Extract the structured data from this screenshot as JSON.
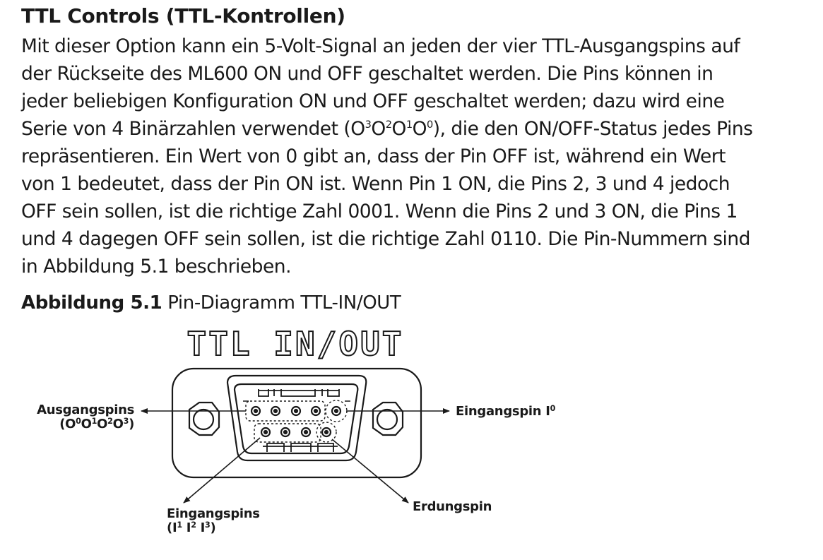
{
  "section": {
    "title": "TTL Controls (TTL-Kontrollen)"
  },
  "body_lines": [
    "Mit dieser Option kann ein 5-Volt-Signal an jeden der vier TTL-Ausgangspins auf",
    "der Rückseite des ML600 ON und OFF geschaltet werden. Die Pins können in",
    "jeder beliebigen Konfiguration ON und OFF geschaltet werden; dazu wird eine",
    "Serie von 4 Binärzahlen verwendet (O",
    "repräsentieren. Ein Wert von 0 gibt an, dass der Pin OFF ist, während ein Wert",
    "von 1 bedeutet, dass der Pin ON ist. Wenn Pin 1 ON, die Pins 2, 3 und 4 jedoch",
    "OFF sein sollen, ist die richtige Zahl 0001. Wenn die Pins 2 und 3 ON, die Pins 1",
    "und 4 dagegen OFF sein sollen, ist die richtige Zahl 0110. Die Pin-Nummern sind",
    "in Abbildung 5.1 beschrieben."
  ],
  "inline_sequence": {
    "letter": "O",
    "superscripts": [
      "3",
      "2",
      "1",
      "0"
    ],
    "tail": "), die den ON/OFF-Status jedes Pins"
  },
  "figure": {
    "number": "Abbildung 5.1",
    "caption": "Pin-Diagramm TTL-IN/OUT",
    "connector_title": "TTL IN/OUT",
    "labels": {
      "output_pins": "Ausgangspins",
      "output_pins_detail": {
        "letter": "O",
        "open": "(",
        "close": ")",
        "superscripts": [
          "0",
          "1",
          "2",
          "3"
        ]
      },
      "input_pin": "Eingangspin I",
      "input_pin_sup": "0",
      "input_pins": "Eingangspins",
      "input_pins_detail": {
        "letter": "I",
        "open": "(",
        "close": ")",
        "superscripts": [
          "1",
          "2",
          "3"
        ]
      },
      "ground_pin": "Erdungspin"
    }
  },
  "colors": {
    "text": "#1a1a1a",
    "background": "#ffffff",
    "line": "#1a1a1a"
  }
}
